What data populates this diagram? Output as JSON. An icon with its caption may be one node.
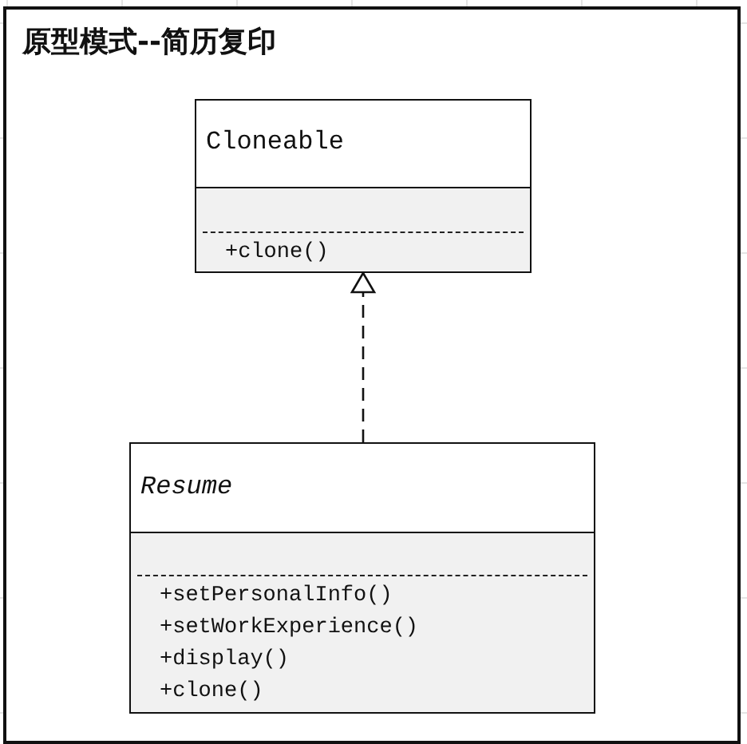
{
  "diagram": {
    "title": "原型模式--简历复印",
    "nodes": [
      {
        "text": [
          "Cloneable",
          "+clone()"
        ]
      },
      {
        "text": [
          "Resume",
          "+setPersonalInfo()",
          "+setWorkExperience()",
          "+display()",
          "+clone()"
        ]
      }
    ],
    "edges": [
      {
        "from": 1,
        "to": 0,
        "arrow": "to",
        "style": "dashed"
      }
    ]
  }
}
